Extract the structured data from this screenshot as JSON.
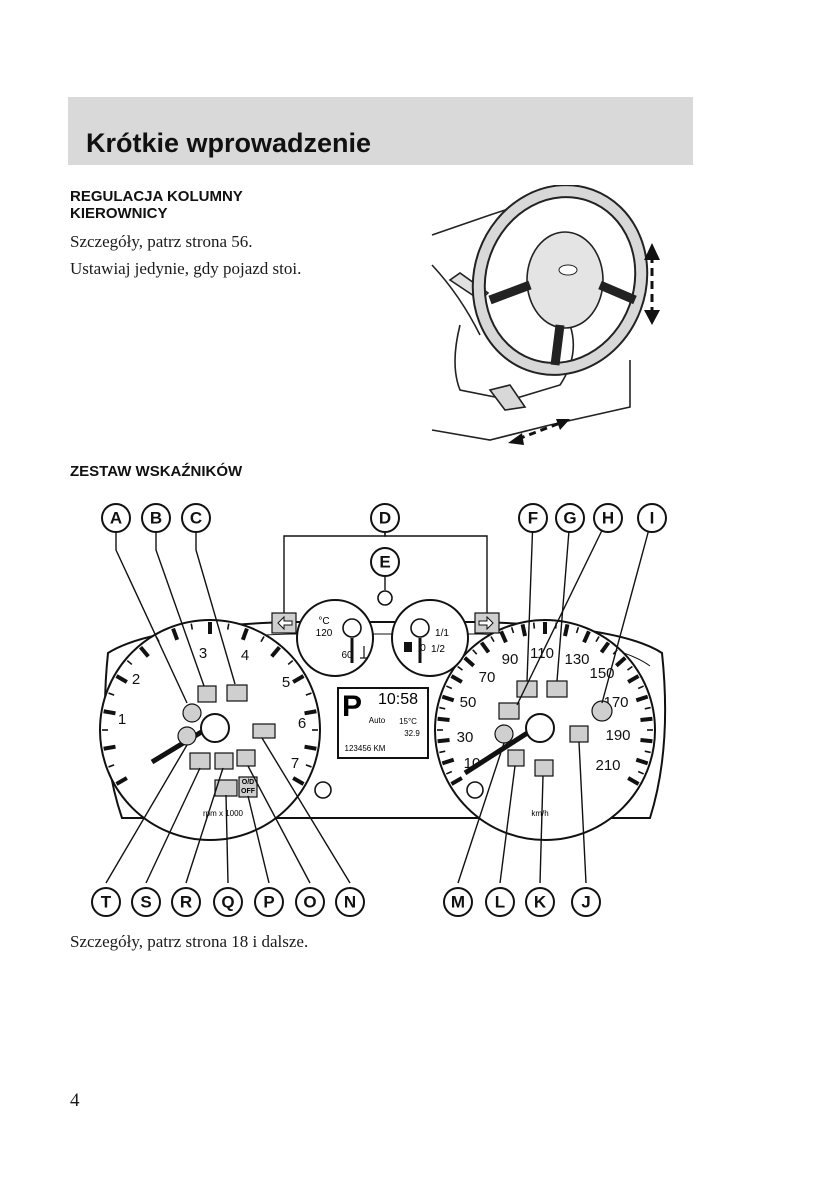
{
  "header": {
    "title": "Krótkie wprowadzenie"
  },
  "steering_section": {
    "heading_line1": "REGULACJA KOLUMNY",
    "heading_line2": "KIEROWNICY",
    "para1": "Szczegóły, patrz strona 56.",
    "para2": "Ustawiaj jedynie, gdy pojazd stoi."
  },
  "cluster_section": {
    "heading": "ZESTAW WSKAŹNIKÓW",
    "callouts_top": [
      "A",
      "B",
      "C",
      "D",
      "E",
      "F",
      "G",
      "H",
      "I"
    ],
    "callouts_bottom": [
      "T",
      "S",
      "R",
      "Q",
      "P",
      "O",
      "N",
      "M",
      "L",
      "K",
      "J"
    ],
    "tachometer": {
      "numbers": [
        "1",
        "2",
        "3",
        "4",
        "5",
        "6",
        "7"
      ],
      "unit": "rpm x 1000"
    },
    "speedometer": {
      "numbers": [
        "10",
        "30",
        "50",
        "70",
        "90",
        "110",
        "130",
        "150",
        "170",
        "190",
        "210"
      ],
      "unit": "km/h"
    },
    "temp_gauge": {
      "unit": "°C",
      "high": "120",
      "low": "60"
    },
    "fuel_gauge": {
      "full": "1/1",
      "half": "1/2",
      "empty": "0"
    },
    "display": {
      "gear": "P",
      "clock": "10:58",
      "mode": "Auto",
      "outside_temp": "15°C",
      "trip": "32.9",
      "odometer": "123456 KM"
    },
    "od_off_label_1": "O/D",
    "od_off_label_2": "OFF",
    "para": "Szczegóły, patrz strona 18 i dalsze."
  },
  "page_number": "4"
}
